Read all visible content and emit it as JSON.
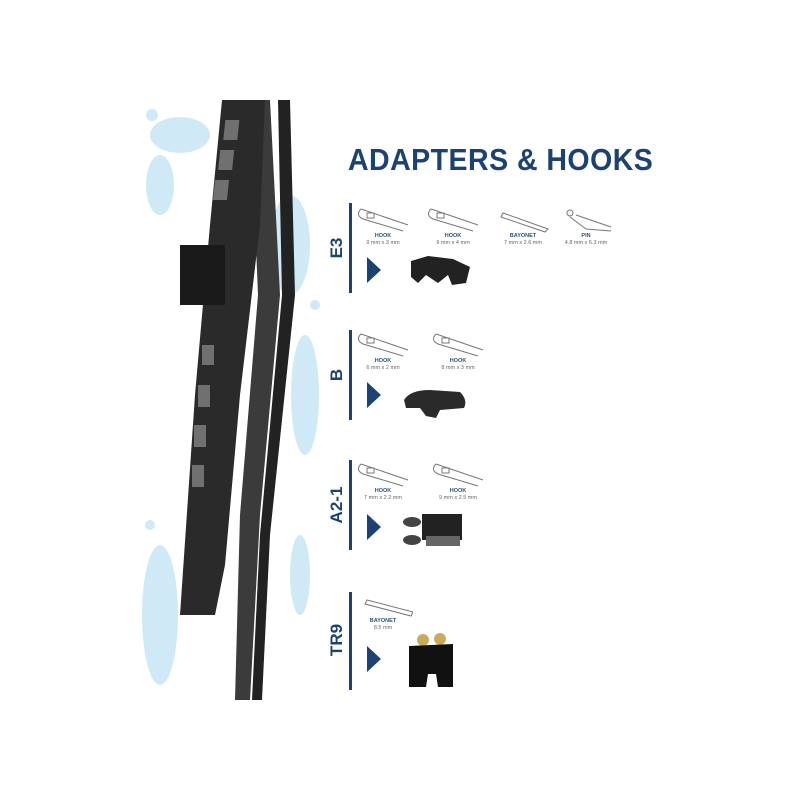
{
  "title": "ADAPTERS & HOOKS",
  "sections": [
    {
      "label": "E3",
      "items": [
        {
          "type": "HOOK",
          "size": "9 mm x 3 mm"
        },
        {
          "type": "HOOK",
          "size": "9 mm x 4 mm"
        },
        {
          "type": "BAYONET",
          "size": "7 mm x 2.6 mm"
        },
        {
          "type": "PIN",
          "size": "4.8 mm x 6.3 mm"
        }
      ]
    },
    {
      "label": "B",
      "items": [
        {
          "type": "HOOK",
          "size": "6 mm x 2 mm"
        },
        {
          "type": "HOOK",
          "size": "8 mm x 3 mm"
        }
      ]
    },
    {
      "label": "A2-1",
      "items": [
        {
          "type": "HOOK",
          "size": "7 mm x 2.2 mm"
        },
        {
          "type": "HOOK",
          "size": "9 mm x 2.5 mm"
        }
      ]
    },
    {
      "label": "TR9",
      "items": [
        {
          "type": "BAYONET",
          "size": "8.5 mm"
        }
      ]
    }
  ],
  "colors": {
    "brand": "#1b4272",
    "water": "#9fd3ec"
  }
}
